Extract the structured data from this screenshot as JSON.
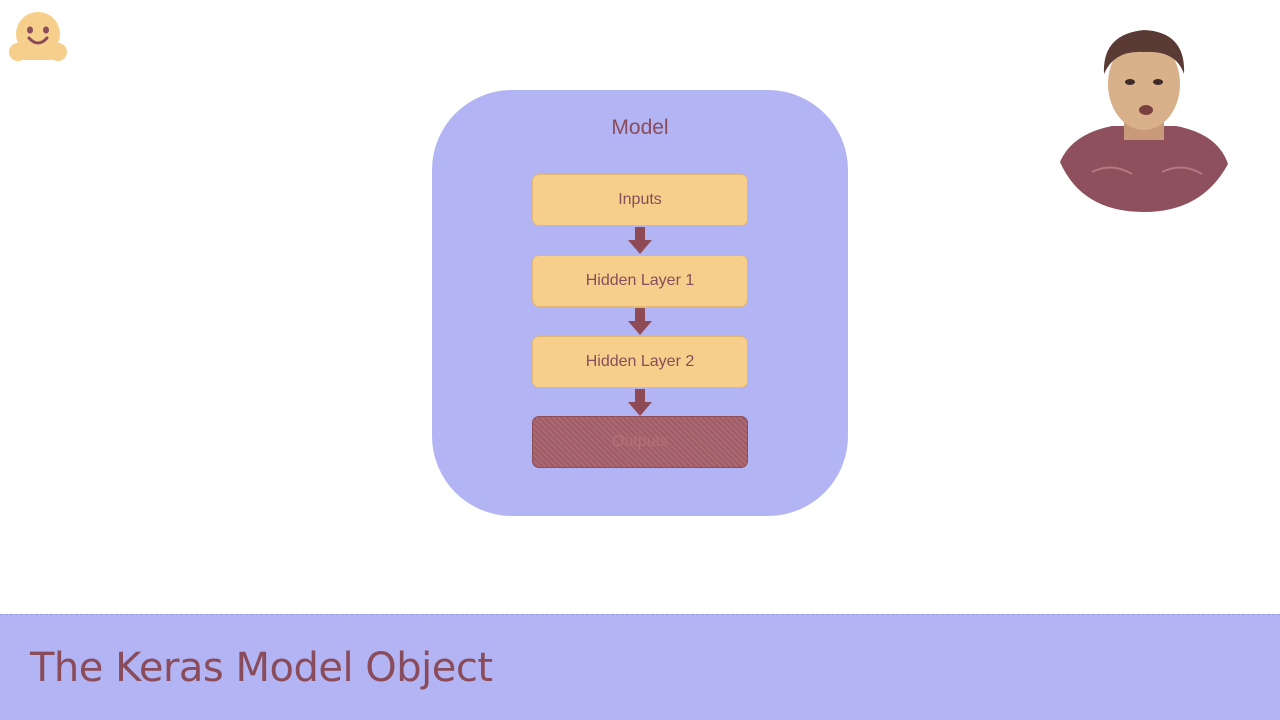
{
  "colors": {
    "container_fill": "#b3b4f4",
    "layer_fill": "#f5cf8b",
    "output_fill": "#a5606a",
    "text": "#8a4c5a",
    "arrow": "#8e4a55",
    "logo": "#f5cf8b"
  },
  "diagram": {
    "container_label": "Model",
    "layers": [
      {
        "label": "Inputs"
      },
      {
        "label": "Hidden Layer 1"
      },
      {
        "label": "Hidden Layer 2"
      },
      {
        "label": "Outputs"
      }
    ]
  },
  "footer": {
    "title": "The Keras Model Object"
  },
  "icons": {
    "logo": "hugging-face-logo-icon",
    "presenter": "presenter-video-thumbnail"
  }
}
